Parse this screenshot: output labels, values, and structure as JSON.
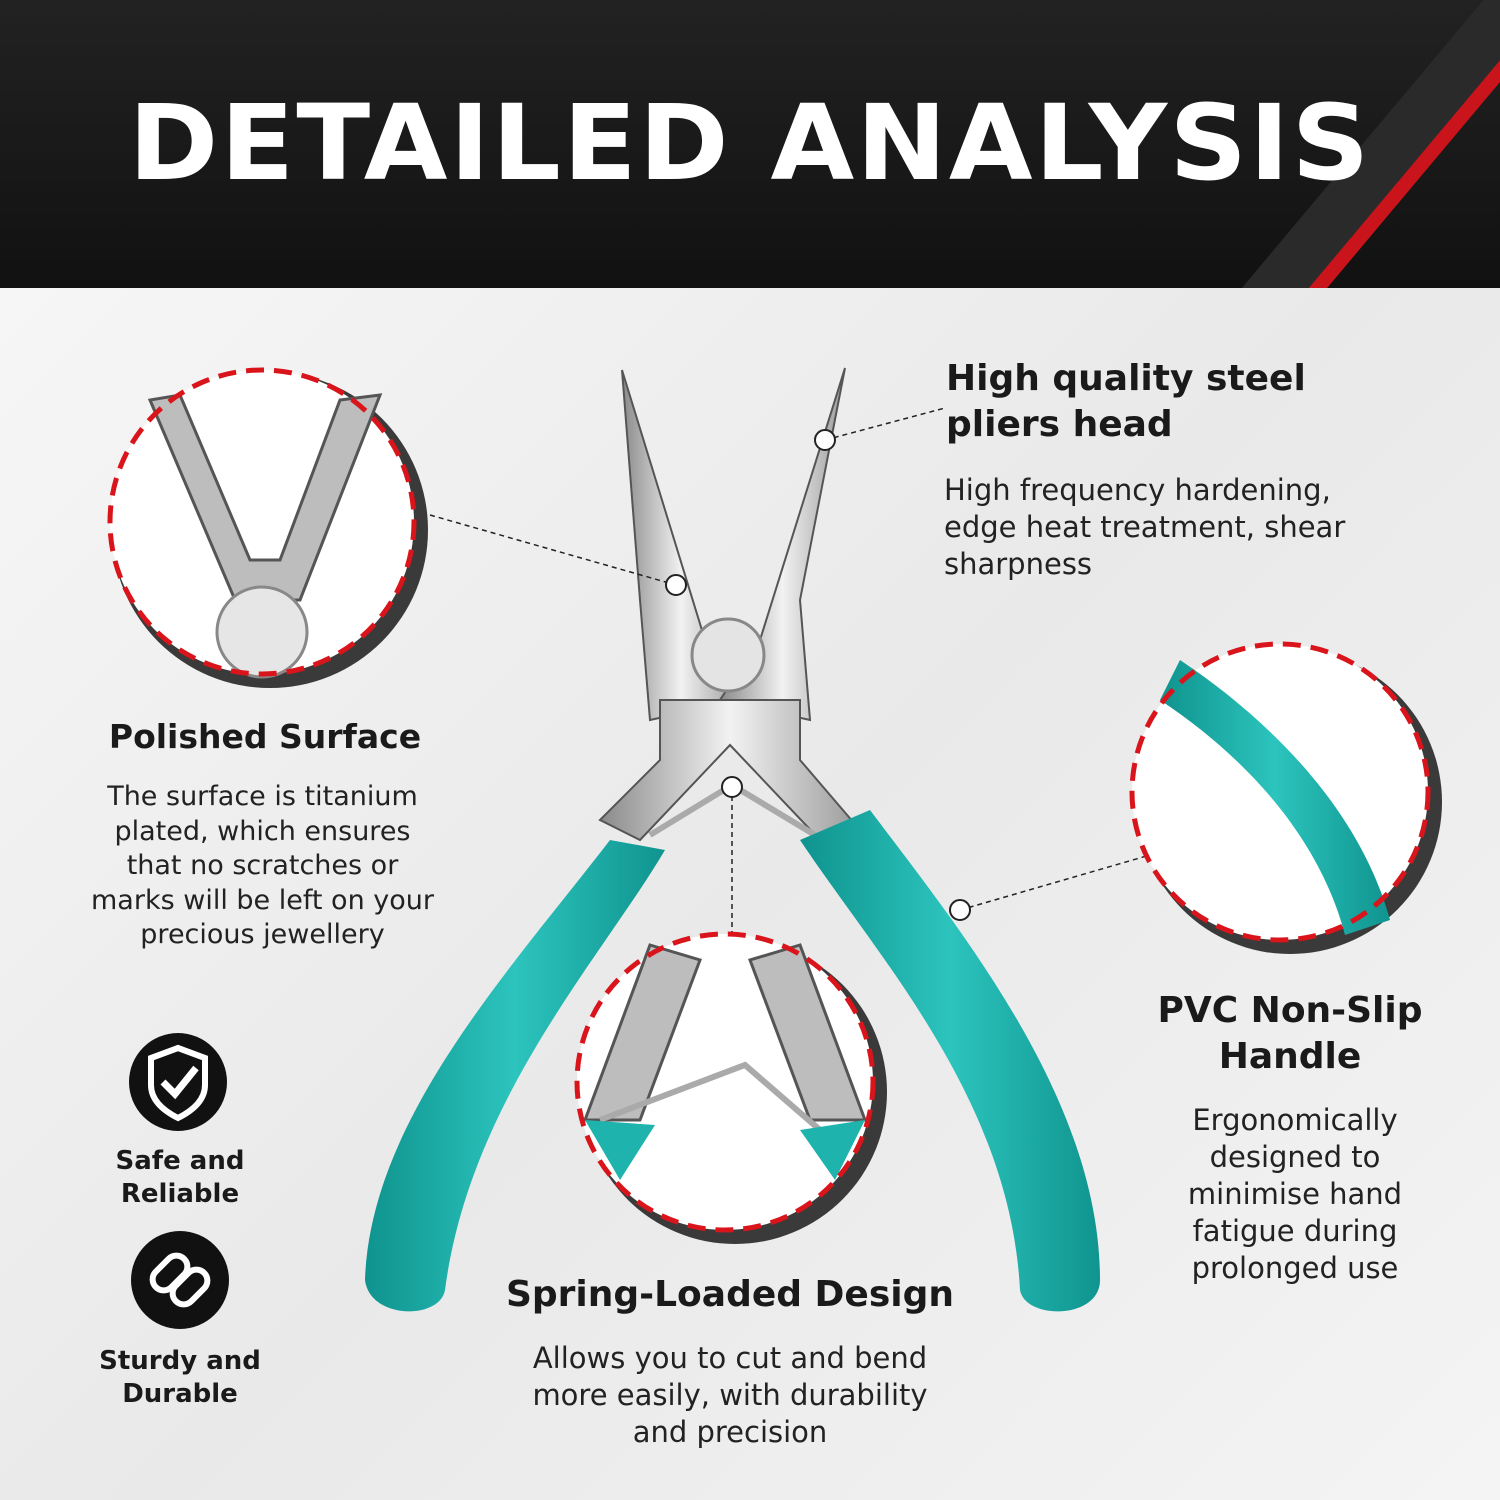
{
  "header": {
    "title": "DETAILED ANALYSIS"
  },
  "features": [
    {
      "title": "High quality steel pliers head",
      "desc": "High frequency hardening, edge heat treatment, shear sharpness"
    },
    {
      "title": "Polished Surface",
      "desc": "The surface is titanium plated, which ensures that no scratches or marks will be left on your precious jewellery"
    },
    {
      "title": "PVC  Non-Slip Handle",
      "desc": "Ergonomically designed to minimise hand fatigue during prolonged use"
    },
    {
      "title": "Spring-Loaded Design",
      "desc": "Allows you to cut and bend more easily, with durability and precision"
    }
  ],
  "badges": [
    {
      "label": "Safe and Reliable",
      "icon": "shield-check-icon"
    },
    {
      "label": "Sturdy and Durable",
      "icon": "chain-link-icon"
    }
  ],
  "colors": {
    "handle": "#1fb3ad",
    "accent": "#d9141b",
    "header": "#151515"
  }
}
